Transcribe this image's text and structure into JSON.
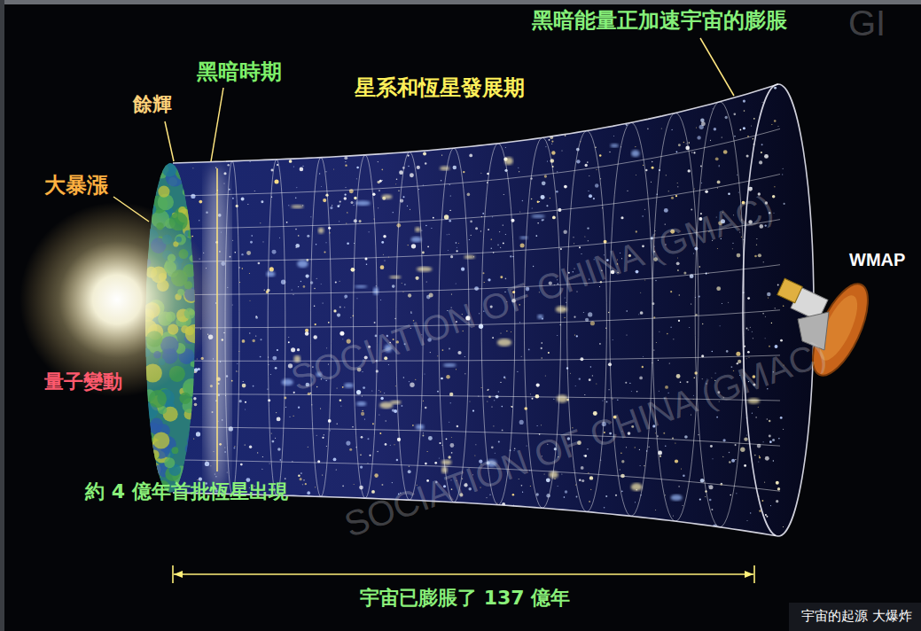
{
  "diagram": {
    "caption": "宇宙的起源 大爆炸",
    "labels": [
      "黑暗能量正加速宇宙的膨脹",
      "黑暗時期",
      "星系和恆星發展期",
      "餘輝",
      "大暴漲",
      "量子變動",
      "WMAP",
      "約 4 億年首批恆星出現",
      "宇宙已膨脹了 137 億年",
      "SOCIATION OF CHINA (GMAC)",
      "SOCIATION OF CHINA (GMAC)",
      "GI"
    ]
  }
}
